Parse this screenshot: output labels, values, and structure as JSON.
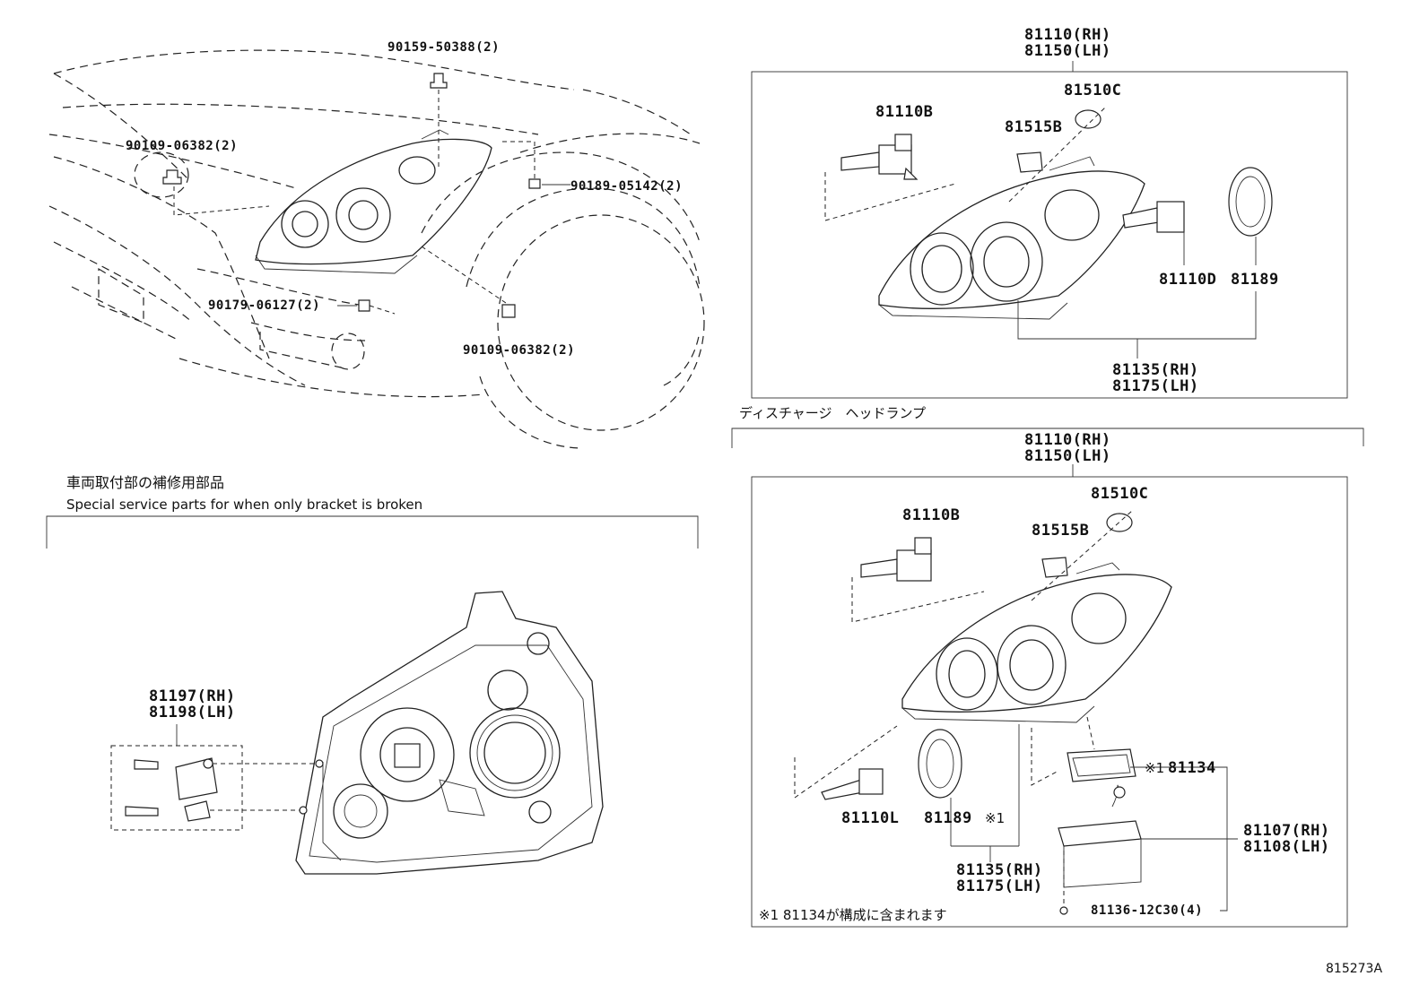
{
  "top_left": {
    "bolt_top": "90159-50388(2)",
    "screw_left": "90109-06382(2)",
    "clip_right": "90189-05142(2)",
    "clip_lower": "90179-06127(2)",
    "screw_lower": "90109-06382(2)"
  },
  "upper_right": {
    "assy_rh": "81110(RH)",
    "assy_lh": "81150(LH)",
    "bulb_b": "81110B",
    "bulb_c": "81510C",
    "socket": "81515B",
    "bulb_d": "81110D",
    "cover": "81189",
    "unit_rh": "81135(RH)",
    "unit_lh": "81175(LH)"
  },
  "discharge": {
    "title": "ディスチャージ　ヘッドランプ",
    "assy_rh": "81110(RH)",
    "assy_lh": "81150(LH)",
    "bulb_b": "81110B",
    "bulb_c": "81510C",
    "socket": "81515B",
    "bulb_l": "81110L",
    "cover": "81189",
    "cover_note": "※1",
    "gasket_note": "※1",
    "gasket": "81134",
    "unit_rh": "81135(RH)",
    "unit_lh": "81175(LH)",
    "ballast_rh": "81107(RH)",
    "ballast_lh": "81108(LH)",
    "screw": "81136-12C30(4)",
    "footnote": "※1 81134が構成に含まれます"
  },
  "service": {
    "title_jp": "車両取付部の補修用部品",
    "title_en": "Special service parts for when only bracket is broken",
    "bracket_rh": "81197(RH)",
    "bracket_lh": "81198(LH)"
  },
  "figure_id": "815273A"
}
